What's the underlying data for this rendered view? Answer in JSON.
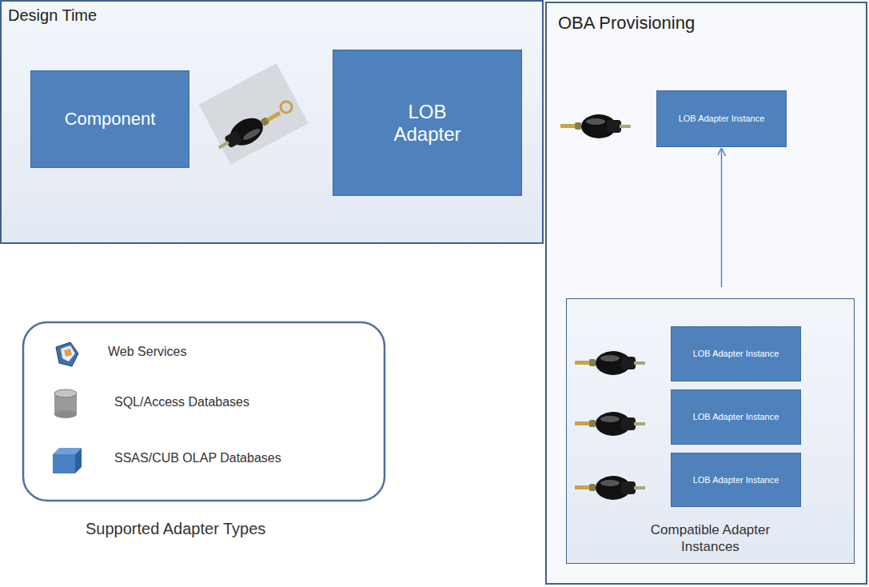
{
  "diagram": {
    "nodes": [
      {
        "text": [
          "Design Time"
        ]
      },
      {
        "text": [
          "Component"
        ],
        "in": 0
      },
      {
        "text": [
          "LOB Adapter"
        ],
        "in": 0
      },
      {
        "text": [
          "OBA Provisioning"
        ]
      },
      {
        "text": [
          "LOB Adapter Instance"
        ],
        "in": 3
      },
      {
        "text": [
          "Compatible Adapter Instances"
        ],
        "in": 3
      },
      {
        "text": [
          "LOB Adapter Instance"
        ],
        "in": 5
      },
      {
        "text": [
          "LOB Adapter Instance"
        ],
        "in": 5
      },
      {
        "text": [
          "LOB Adapter Instance"
        ],
        "in": 5
      }
    ],
    "edges": [
      {
        "from": 5,
        "to": 4,
        "arrow": "to"
      }
    ],
    "labels": [
      "Supported Adapter Types"
    ],
    "legend": [
      {
        "text": "Web Services"
      },
      {
        "text": "SQL/Access Databases"
      },
      {
        "text": "SSAS/CUB OLAP Databases"
      }
    ]
  }
}
